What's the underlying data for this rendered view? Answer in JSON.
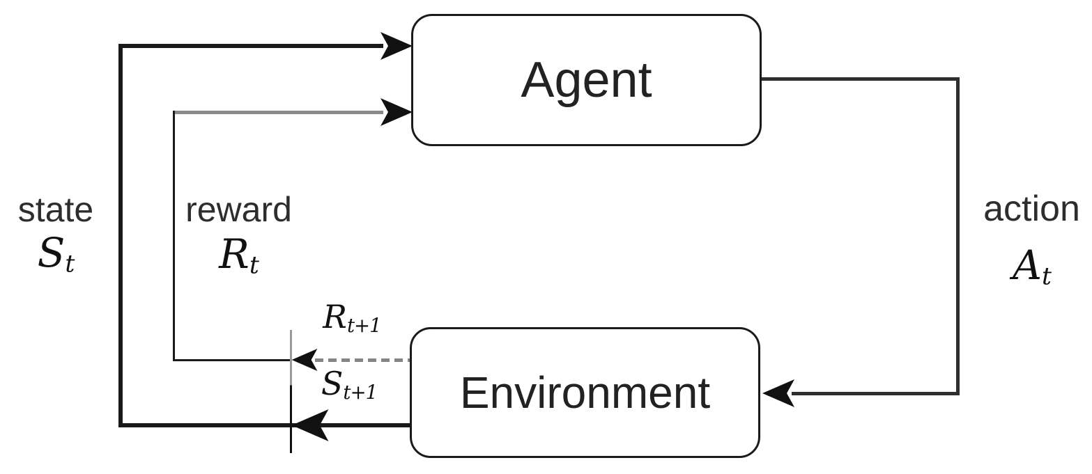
{
  "diagram": {
    "agent": {
      "label": "Agent"
    },
    "environment": {
      "label": "Environment"
    },
    "left_labels": {
      "state_word": "state",
      "state_sym": "S",
      "state_sub": "t",
      "reward_word": "reward",
      "reward_sym": "R",
      "reward_sub": "t"
    },
    "right_labels": {
      "action_word": "action",
      "action_sym": "A",
      "action_sub": "t"
    },
    "signal_labels": {
      "next_reward_sym": "R",
      "next_reward_sub": "t+1",
      "next_state_sym": "S",
      "next_state_sub": "t+1"
    },
    "colors": {
      "background": "#ffffff",
      "line_black": "#1a1a1a",
      "line_gray": "#8a8a8a",
      "action_line": "#2e2e2e",
      "text": "#2d2d2d"
    }
  }
}
